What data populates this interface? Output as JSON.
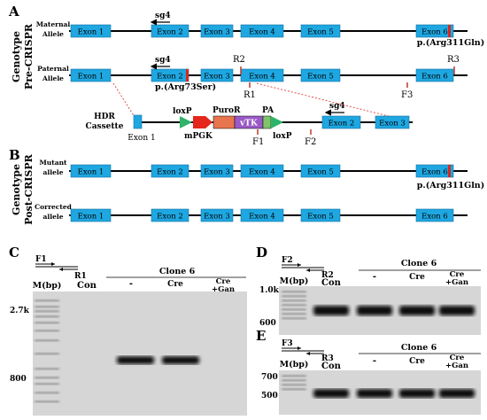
{
  "panels": {
    "A": "A",
    "B": "B",
    "C": "C",
    "D": "D",
    "E": "E"
  },
  "side_labels": {
    "pre": [
      "Genotype",
      "Pre-CRISPR"
    ],
    "post": [
      "Genotype",
      "Post-CRISPR"
    ]
  },
  "allele_labels": {
    "maternal": [
      "Maternal",
      "Allele"
    ],
    "paternal": [
      "Paternal",
      "Allele"
    ],
    "mutant": [
      "Mutant",
      "allele"
    ],
    "corrected": [
      "Corrected",
      "allele"
    ]
  },
  "exons": [
    "Exon 1",
    "Exon 2",
    "Exon 3",
    "Exon 4",
    "Exon 5",
    "Exon 6"
  ],
  "sg4": "sg4",
  "mutations": {
    "maternal": "p.(Arg311Gln)",
    "paternal": "p.(Arg73Ser)",
    "mutant": "p.(Arg311Gln)"
  },
  "primers": {
    "R2": "R2",
    "R3": "R3",
    "R1": "R1",
    "F3": "F3",
    "F1": "F1",
    "F2": "F2"
  },
  "hdr": {
    "label": [
      "HDR",
      "Cassette"
    ],
    "loxp": "loxP",
    "mpgk": "mPGK",
    "puror": "PuroR",
    "vtk": "vTK",
    "pa": "PA"
  },
  "gels": {
    "C": {
      "primer_top": "F1",
      "primer_bottom": "R1",
      "marker": "M(bp)",
      "control": "Con",
      "clone": "Clone 6",
      "lanes": [
        "-",
        "Cre",
        "Cre\n+Gan"
      ],
      "sizes": [
        "2.7k",
        "800"
      ],
      "bands_present": [
        false,
        true,
        true,
        false
      ]
    },
    "D": {
      "primer_top": "F2",
      "primer_bottom": "R2",
      "marker": "M(bp)",
      "control": "Con",
      "clone": "Clone 6",
      "lanes": [
        "-",
        "Cre",
        "Cre\n+Gan"
      ],
      "sizes": [
        "1.0k",
        "600"
      ],
      "bands_present": [
        true,
        true,
        true,
        true
      ]
    },
    "E": {
      "primer_top": "F3",
      "primer_bottom": "R3",
      "marker": "M(bp)",
      "control": "Con",
      "clone": "Clone 6",
      "lanes": [
        "-",
        "Cre",
        "Cre\n+Gan"
      ],
      "sizes": [
        "700",
        "500"
      ],
      "bands_present": [
        true,
        true,
        true,
        true
      ]
    }
  },
  "colors": {
    "exon_fill": "#1ea7e1",
    "exon_stroke": "#1570a3",
    "mutation_red": "#d9281e",
    "loxp_green": "#2fb36b",
    "mpgk_red": "#e4261b",
    "puror_orange": "#e8754e",
    "vtk_purple": "#9b59c7",
    "pa_green": "#7fc36a",
    "primer_red": "#c0392b",
    "gel_bg": "#d9d9d9",
    "band": "#111111"
  }
}
